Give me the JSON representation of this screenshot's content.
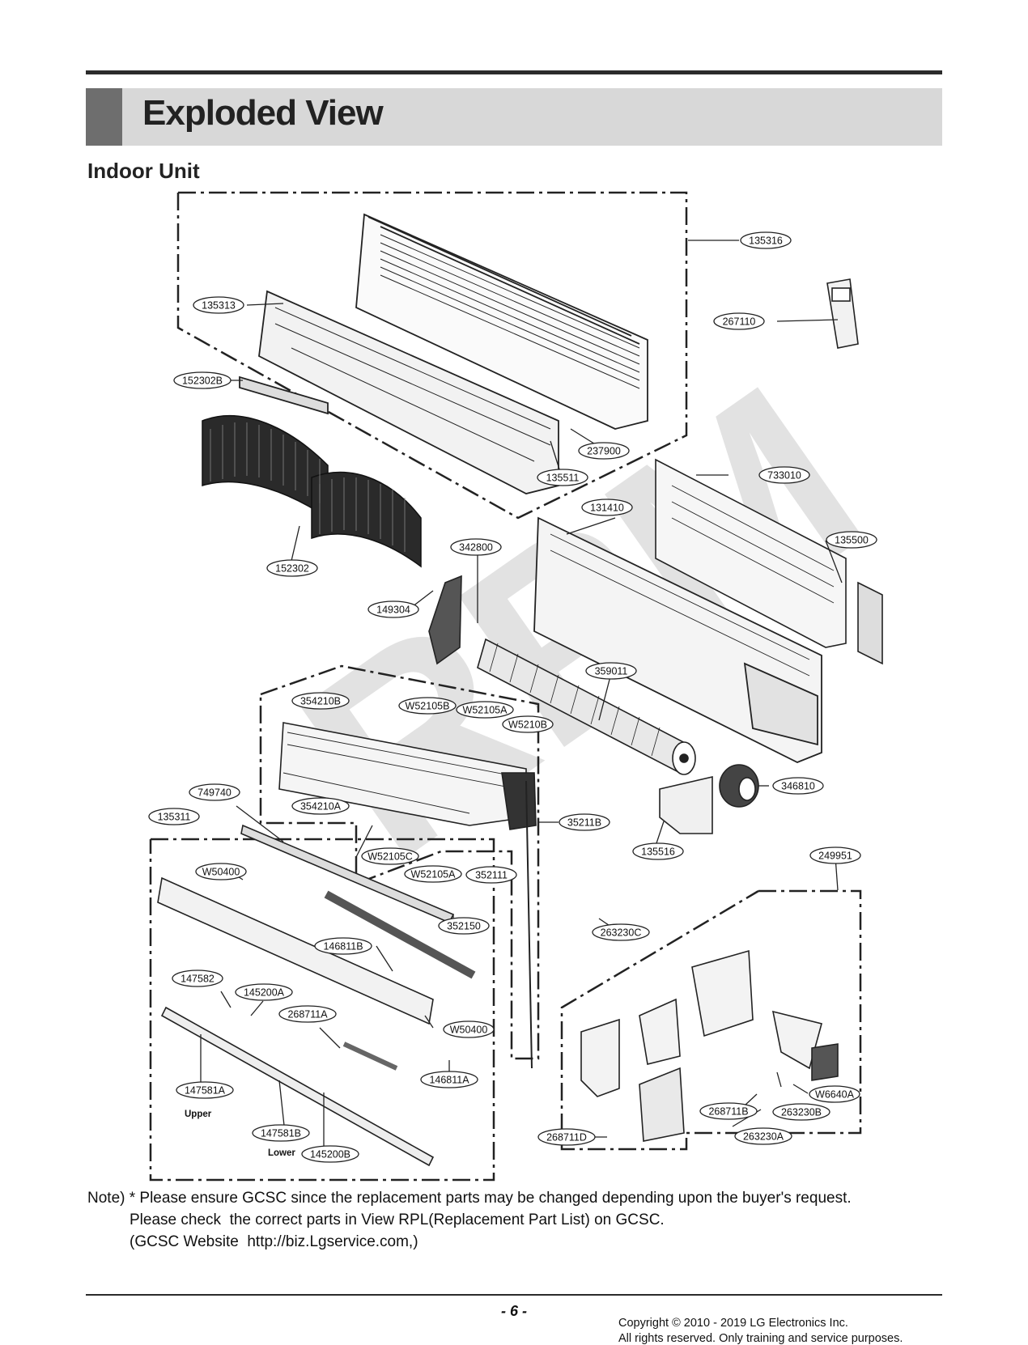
{
  "header": {
    "title": "Exploded View"
  },
  "section": {
    "subtitle": "Indoor Unit"
  },
  "watermark": "RPM",
  "parts": [
    "135316",
    "267110",
    "135313",
    "152302B",
    "237900",
    "135511",
    "733010",
    "131410",
    "342800",
    "135500",
    "152302",
    "149304",
    "359011",
    "354210B",
    "W52105B",
    "W52105A",
    "W5210B",
    "346810",
    "749740",
    "354210A",
    "135311",
    "35211B",
    "135516",
    "249951",
    "W52105C",
    "W52105A",
    "352111",
    "W50400",
    "352150",
    "263230C",
    "146811B",
    "147582",
    "145200A",
    "268711A",
    "W50400",
    "146811A",
    "147581A",
    "W6640A",
    "263230B",
    "268711B",
    "263230A",
    "147581B",
    "268711D",
    "145200B"
  ],
  "captions": {
    "upper": "Upper",
    "lower": "Lower"
  },
  "note": {
    "line1": "Note) * Please ensure GCSC since the replacement parts may be changed depending upon the buyer's request.",
    "line2": "Please check  the correct parts in View RPL(Replacement Part List) on GCSC.",
    "line3": "(GCSC Website  http://biz.Lgservice.com,)"
  },
  "footer": {
    "page": "- 6 -",
    "copyright1": "Copyright © 2010 - 2019 LG Electronics Inc.",
    "copyright2": "All rights reserved. Only training and service purposes."
  }
}
